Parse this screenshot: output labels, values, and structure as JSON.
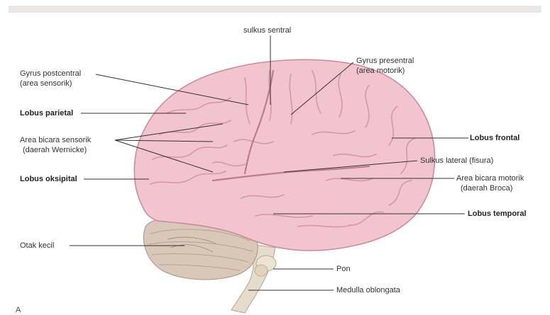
{
  "labels": {
    "sulkus_sentral": "sulkus sentral",
    "gyrus_postcentral_1": "Gyrus postcentral",
    "gyrus_postcentral_2": "(area sensorik)",
    "gyrus_presentral_1": "Gyrus presentral",
    "gyrus_presentral_2": "(area motorik)",
    "lobus_parietal": "Lobus parietal",
    "area_bicara_sensorik_1": "Area bicara sensorik",
    "area_bicara_sensorik_2": "(daerah Wernicke)",
    "lobus_frontal": "Lobus frontal",
    "sulkus_lateral": "Sulkus lateral (fisura)",
    "lobus_oksipital": "Lobus oksipital",
    "area_bicara_motorik_1": "Area bicara motorik",
    "area_bicara_motorik_2": "(daerah Broca)",
    "lobus_temporal": "Lobus temporal",
    "otak_kecil": "Otak kecil",
    "pon": "Pon",
    "medulla_oblongata": "Medulla oblongata",
    "figure_letter": "A"
  },
  "colors": {
    "cerebrum": "#f1c4cf",
    "cerebrum_shadow": "#d896a7",
    "cerebellum": "#d9c7b8",
    "brainstem": "#e6dccb",
    "leader_line": "#333333"
  }
}
